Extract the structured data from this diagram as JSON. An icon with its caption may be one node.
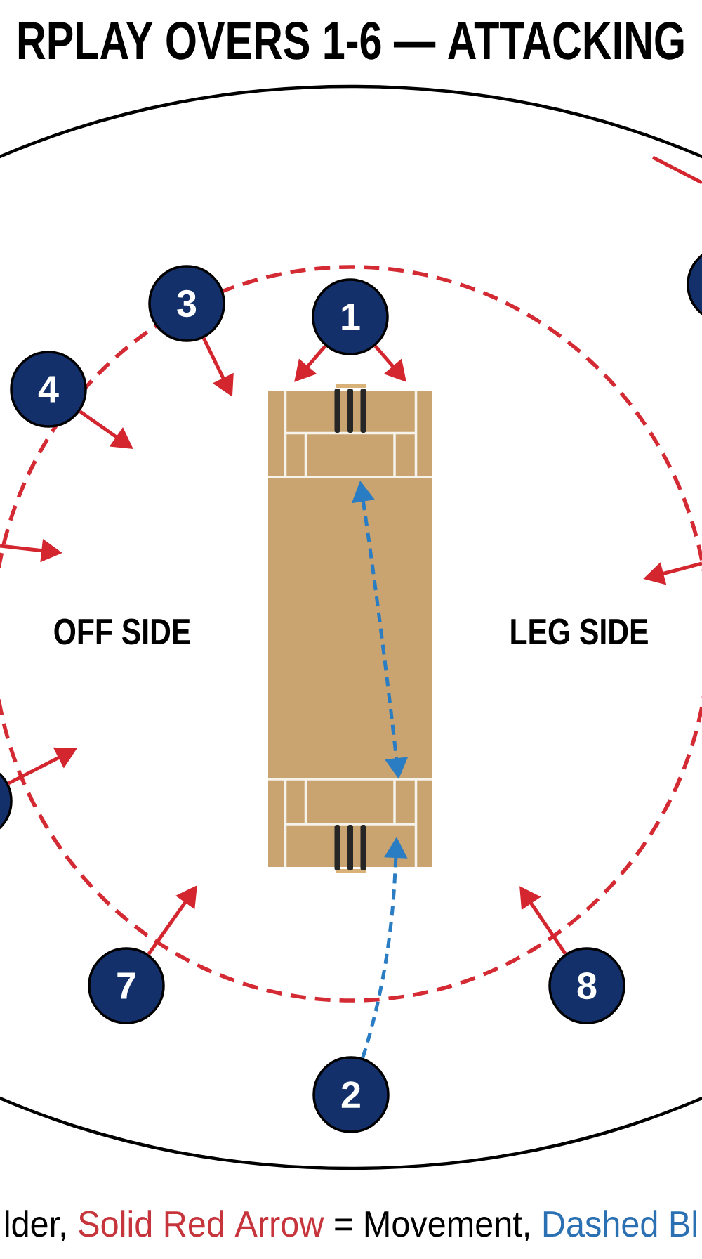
{
  "diagram": {
    "title": "RPLAY OVERS 1-6 — ATTACKING",
    "nodes": [
      {
        "text": [
          "3"
        ]
      },
      {
        "text": [
          "1"
        ]
      },
      {
        "text": [],
        "shape": "circle"
      },
      {
        "text": [
          "4"
        ]
      },
      {
        "text": [],
        "shape": "circle"
      },
      {
        "text": [
          "7"
        ]
      },
      {
        "text": [
          "8"
        ]
      },
      {
        "text": [
          "2"
        ]
      }
    ],
    "edges": [
      {
        "from": 1,
        "to": null,
        "arrow": "to"
      },
      {
        "from": 1,
        "to": null,
        "arrow": "to"
      },
      {
        "from": 0,
        "to": null,
        "arrow": "to"
      },
      {
        "from": 3,
        "to": null,
        "arrow": "to"
      },
      {
        "from": 4,
        "to": null,
        "arrow": "to"
      },
      {
        "from": 5,
        "to": null,
        "arrow": "to"
      },
      {
        "from": 6,
        "to": null,
        "arrow": "to"
      },
      {
        "from": 7,
        "to": null,
        "arrow": "to",
        "style": "dashed",
        "color": "#2a7cc3"
      }
    ],
    "labels": [
      "OFF SIDE",
      "LEG SIDE",
      "lder,",
      "Solid Red Arrow",
      "= Movement,",
      "Dashed Bl"
    ]
  }
}
